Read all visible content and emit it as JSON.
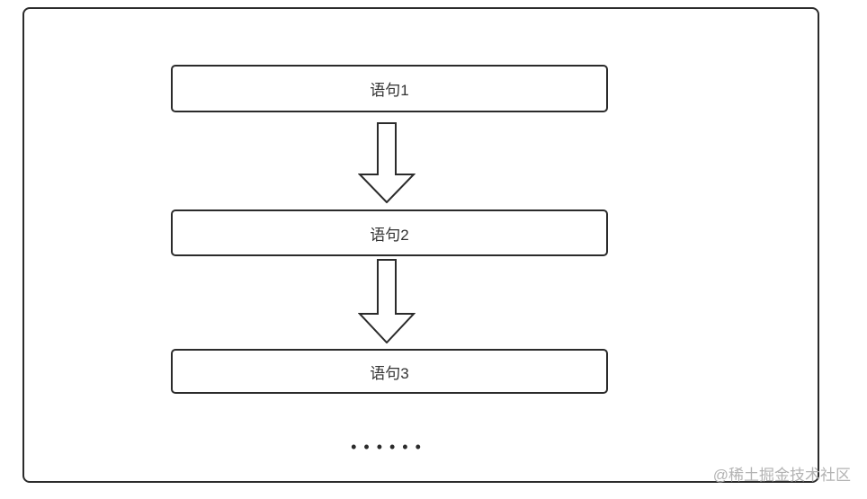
{
  "flowchart": {
    "boxes": [
      {
        "label": "语句1"
      },
      {
        "label": "语句2"
      },
      {
        "label": "语句3"
      }
    ],
    "continuation_dots": "••••••",
    "stroke_color": "#2b2b2b",
    "text_color": "#333333",
    "background_color": "#ffffff"
  },
  "watermark": {
    "text": "@稀土掘金技术社区",
    "color": "#b3b3b3"
  }
}
